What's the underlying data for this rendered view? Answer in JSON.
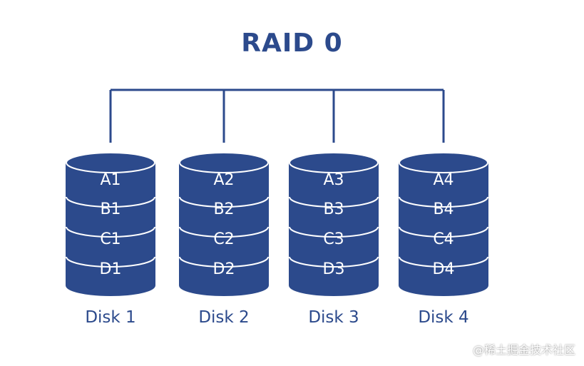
{
  "title": "RAID 0",
  "colors": {
    "disk": "#2c4a8c",
    "line": "#2c4a8c",
    "text": "#2c4a8c"
  },
  "disks": [
    {
      "label": "Disk 1",
      "blocks": [
        "A1",
        "B1",
        "C1",
        "D1"
      ]
    },
    {
      "label": "Disk 2",
      "blocks": [
        "A2",
        "B2",
        "C2",
        "D2"
      ]
    },
    {
      "label": "Disk 3",
      "blocks": [
        "A3",
        "B3",
        "C3",
        "D3"
      ]
    },
    {
      "label": "Disk 4",
      "blocks": [
        "A4",
        "B4",
        "C4",
        "D4"
      ]
    }
  ],
  "watermark": "@稀土掘金技术社区"
}
